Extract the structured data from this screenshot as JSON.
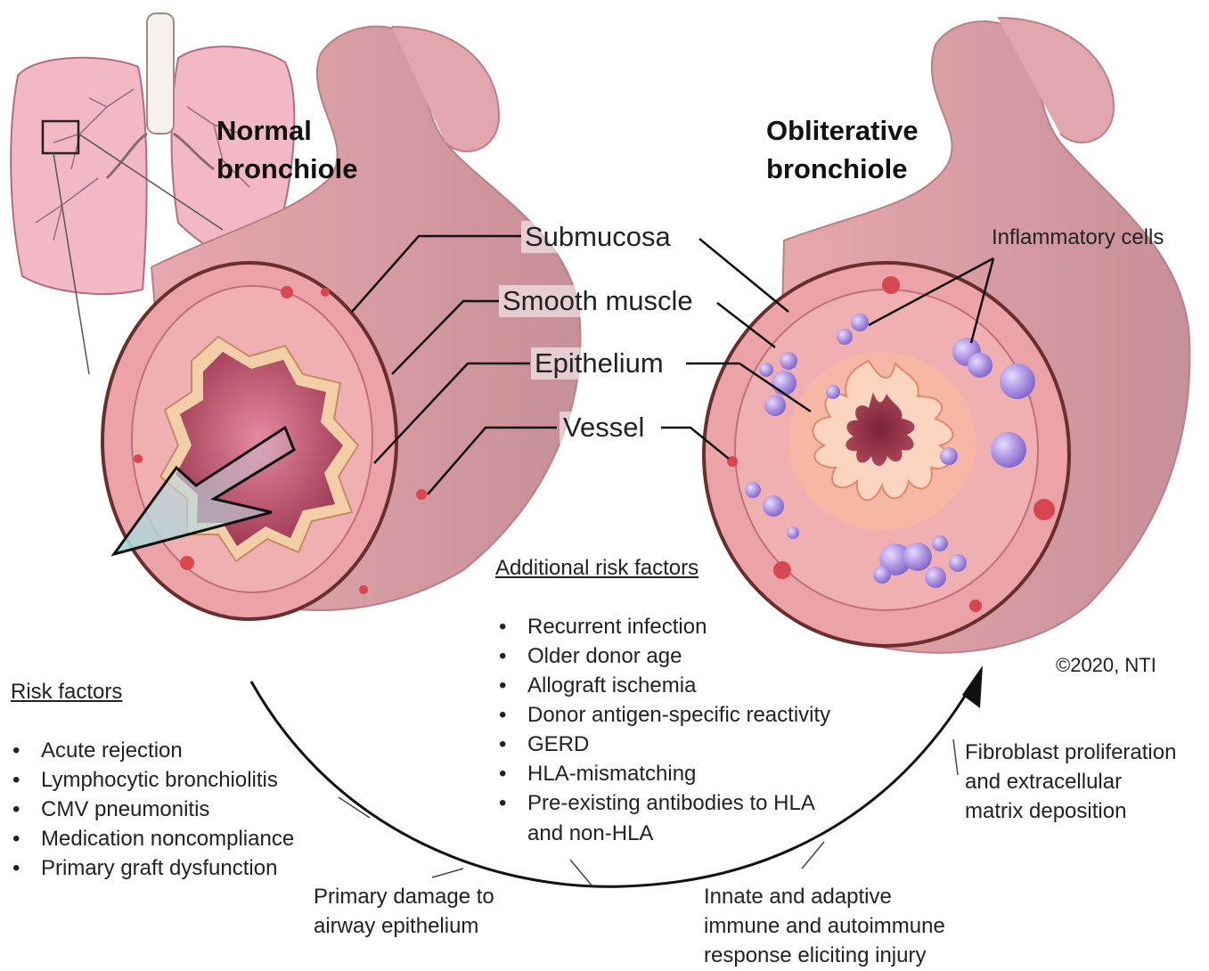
{
  "titles": {
    "normal": [
      "Normal",
      "bronchiole"
    ],
    "obliterative": [
      "Obliterative",
      "bronchiole"
    ]
  },
  "labels": {
    "submucosa": "Submucosa",
    "smooth_muscle": "Smooth muscle",
    "epithelium": "Epithelium",
    "vessel": "Vessel",
    "inflammatory_cells": "Inflammatory cells"
  },
  "risk_factors": {
    "heading": "Risk factors",
    "items": [
      "Acute rejection",
      "Lymphocytic bronchiolitis",
      "CMV pneumonitis",
      "Medication noncompliance",
      "Primary graft dysfunction"
    ]
  },
  "additional_risk_factors": {
    "heading": "Additional risk factors",
    "items": [
      "Recurrent infection",
      "Older donor age",
      "Allograft ischemia",
      "Donor antigen-specific reactivity",
      "GERD",
      "HLA-mismatching",
      "Pre-existing antibodies to HLA",
      "and non-HLA"
    ]
  },
  "process_steps": {
    "primary_damage": [
      "Primary damage to",
      "airway epithelium"
    ],
    "immune_response": [
      "Innate and adaptive",
      "immune and autoimmune",
      "response eliciting injury"
    ],
    "fibroblast": [
      "Fibroblast proliferation",
      "and extracellular",
      "matrix deposition"
    ]
  },
  "copyright": "©2020, NTI",
  "colors": {
    "lung": "#f2b8c6",
    "tissue": "#e8a3a8",
    "tissue_dark": "#c97d86",
    "lumen": "#a8425a",
    "epithelium_band": "#f3cfa8",
    "inflammatory_cell": "#b59be0",
    "vessel": "#d9464f",
    "outline": "#6a2e2e"
  }
}
